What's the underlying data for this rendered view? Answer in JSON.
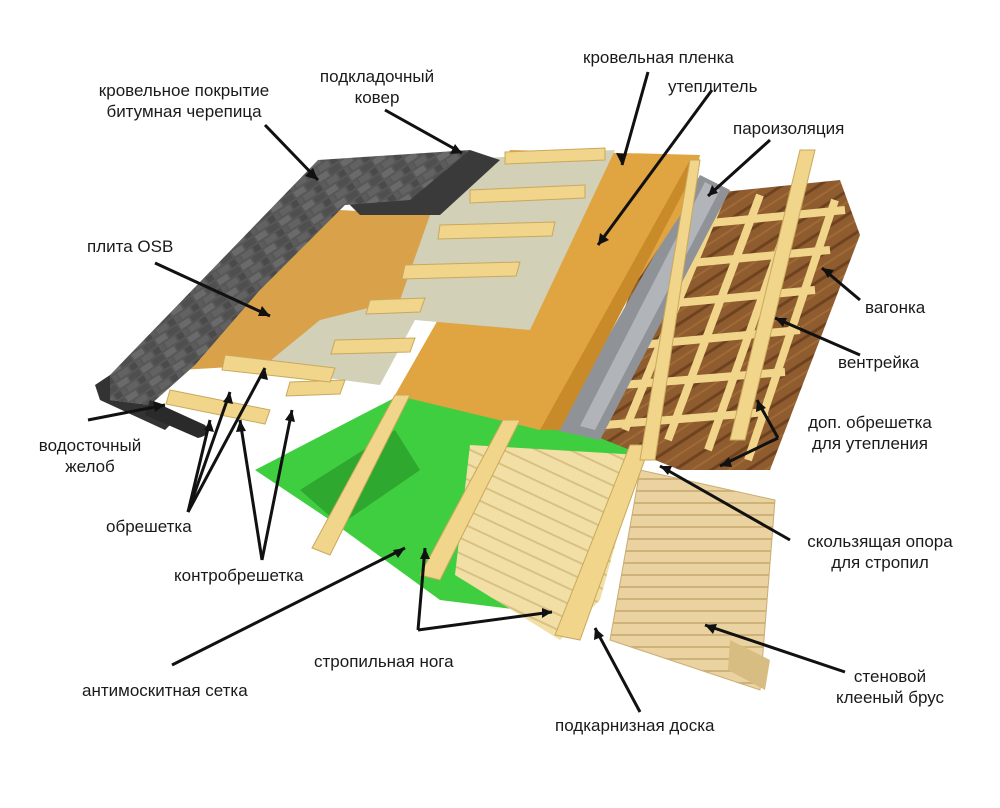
{
  "labels": {
    "roofing_line1": "кровельное покрытие",
    "roofing_line2": "битумная черепица",
    "underlay_line1": "подкладочный",
    "underlay_line2": "ковер",
    "roof_film": "кровельная пленка",
    "insulation": "утеплитель",
    "vapor_barrier": "пароизоляция",
    "osb": "плита OSB",
    "lining": "вагонка",
    "vent_strip": "вентрейка",
    "extra_batten_line1": "доп. обрешетка",
    "extra_batten_line2": "для утепления",
    "gutter_line1": "водосточный",
    "gutter_line2": "желоб",
    "batten": "обрешетка",
    "counter_batten": "контробрешетка",
    "sliding_support_line1": "скользящая опора",
    "sliding_support_line2": "для стропил",
    "rafter": "стропильная нога",
    "mosquito_net": "антимоскитная сетка",
    "wall_beam_line1": "стеновой",
    "wall_beam_line2": "клееный брус",
    "eave_board": "подкарнизная доска"
  },
  "colors": {
    "shingle": "#4a4a4a",
    "underlay": "#3a3a3a",
    "osb": "#d9a24a",
    "membrane": "#d2d0b6",
    "timber": "#f0d58a",
    "insulation": "#e0a440",
    "vapor_barrier": "#8f9296",
    "lining": "#8a5a2c",
    "mosquito_net": "#3fce3f",
    "wall_beam": "#ead3a0",
    "arrow": "#111111"
  },
  "icons": {
    "arrow": "arrow-pointer"
  }
}
